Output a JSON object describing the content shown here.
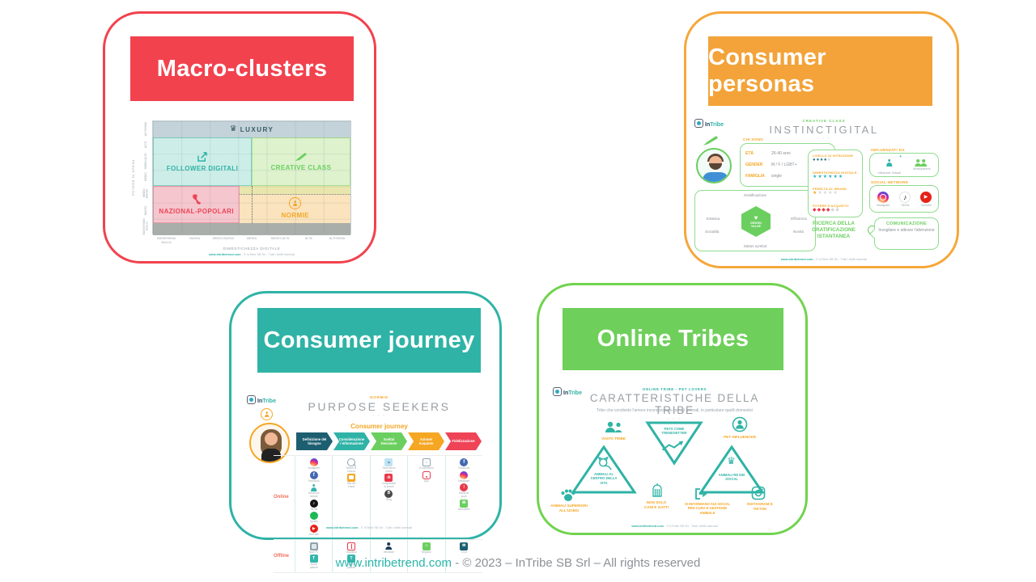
{
  "colors": {
    "red": "#f2424e",
    "orange": "#f5a73b",
    "teal": "#2fb3a6",
    "green": "#6fd457"
  },
  "common": {
    "logo_in": "In",
    "logo_tribe": "Tribe",
    "credit_link": "www.intribetrend.com",
    "credit_text": "- © InTribe SB Srl - Tutti i diritti riservati",
    "dots": "• • •"
  },
  "footer": {
    "link": "www.intribetrend.com",
    "text": " - © 2023 – InTribe SB Srl – All rights reserved"
  },
  "macro": {
    "title": "Macro-clusters",
    "matrix": {
      "y_title": "POTERE DI SPESA",
      "x_title": "DIMESTICHEZZA DIGITALE",
      "y_labels": [
        "ALTISSIMO",
        "ALTO",
        "MEDIO ALTO",
        "MEDIO",
        "MEDIO BASSO",
        "BASSO",
        "BASSISSIMO NULLO"
      ],
      "x_labels": [
        "BASSISSIMA\nNULLA",
        "BASSA",
        "MEDIO-BASSA",
        "MEDIA",
        "MEDIO-ALTA",
        "ALTA",
        "ALTISSIMA"
      ],
      "luxury": "LUXURY",
      "follower": "FOLLOWER DIGITALI",
      "creative": "CREATIVE CLASS",
      "nazional": "NAZIONAL-POPOLARI",
      "normie": "NORMIE"
    }
  },
  "personas": {
    "title": "Consumer personas",
    "cluster": "CREATIVE CLASS",
    "name": "INSTINCTIGITAL",
    "chi_sono": {
      "title": "CHI SONO",
      "rows": [
        {
          "label": "ETÀ",
          "value": "26-40 anni"
        },
        {
          "label": "GENDER",
          "value": "M / F / LGBT+"
        },
        {
          "label": "FAMIGLIA",
          "value": "single"
        }
      ]
    },
    "gratificazione": {
      "title": "Gratificazione",
      "left": "Estetica",
      "right": "Efficienza",
      "bottom_left": "Socialità",
      "bottom_right": "Novità",
      "bottom": "Status symbol",
      "center": "DESIGN\nVALUE"
    },
    "ratings": [
      {
        "label": "LIVELLO DI ISTRUZIONE",
        "filled": "●●●●",
        "empty": "●"
      },
      {
        "label": "DIMESTICHEZZA DIGITALE",
        "filled": "★★★★★★",
        "empty": ""
      },
      {
        "label": "FEDELTÀ AL BRAND",
        "filled": "★",
        "empty": "★★★★"
      },
      {
        "label": "POTERE D'ACQUISTO",
        "filled": "◆◆◆◆",
        "empty": "◆◆"
      }
    ],
    "ricerca": "RICERCA DELLA GRATIFICAZIONE ISTANTANEA",
    "influenced": {
      "title": "INFLUENZATI DA",
      "items": [
        "Influencer Virtuali",
        "Amici/parenti"
      ]
    },
    "social": {
      "title": "SOCIAL NETWORK",
      "items": [
        "Instagram",
        "TikTok",
        "Youtube"
      ]
    },
    "comunicazione": {
      "title": "COMUNICAZIONE",
      "text": "Invogliare e attirare l'attenzione"
    }
  },
  "journey": {
    "title": "Consumer journey",
    "cluster": "NORMIE",
    "name": "PURPOSE SEEKERS",
    "subtitle": "Consumer journey",
    "row_online": "Online",
    "row_offline": "Offline",
    "stages": [
      "Definizione del\nbisogno",
      "Considerazione\n/ Informazione",
      "Scelta/\nDecisione",
      "Azione/\nAcquisto",
      "Fidelizzazione"
    ],
    "online": [
      [
        "Instagram",
        "Facebook",
        "Influencer\nvirtuali",
        "TikTok",
        "Spotify",
        "YouTube"
      ],
      [
        "Motori di\nricerca",
        "Sito del\nbrand"
      ],
      [
        "Recensioni\nonline",
        "Comparatori\ndi prezzi",
        "Blog"
      ],
      [
        "E-commerce",
        "App"
      ],
      [
        "Facebook",
        "Instagram",
        "Notifiche\npush",
        "Newsletter"
      ]
    ],
    "offline": [
      [
        "Spot TV",
        "Amici/\nparenti"
      ],
      [
        "Volantino",
        "Amici/\nparenti"
      ],
      [
        "Venditore"
      ],
      [
        "Negozio"
      ],
      [
        "Chat"
      ]
    ]
  },
  "tribes": {
    "title": "Online Tribes",
    "cluster": "ONLINE TRIBE - PET LOVERS",
    "name": "CARATTERISTICHE DELLA TRIBE",
    "subtitle": "Tribe che condivide l'amore incondizionato per gli animali, in particolare quelli domestici",
    "features": [
      "VASTA TRIBE",
      "PETS COME\nTRENDSETTER",
      "PET INFLUENCER",
      "ANIMALI AL\nCENTRO DELLA\nVITA",
      "ANIMALI RE DEI\nSOCIAL",
      "ANIMALI SUPERIORI\nALL'UOMO",
      "NON SOLO\nCANI E GATTI",
      "SI INFORMANO SUI SOCIAL\nPER CURA E GESTIONE\nANIMALE",
      "INSTAGRAM E\nTIKTOK"
    ]
  }
}
